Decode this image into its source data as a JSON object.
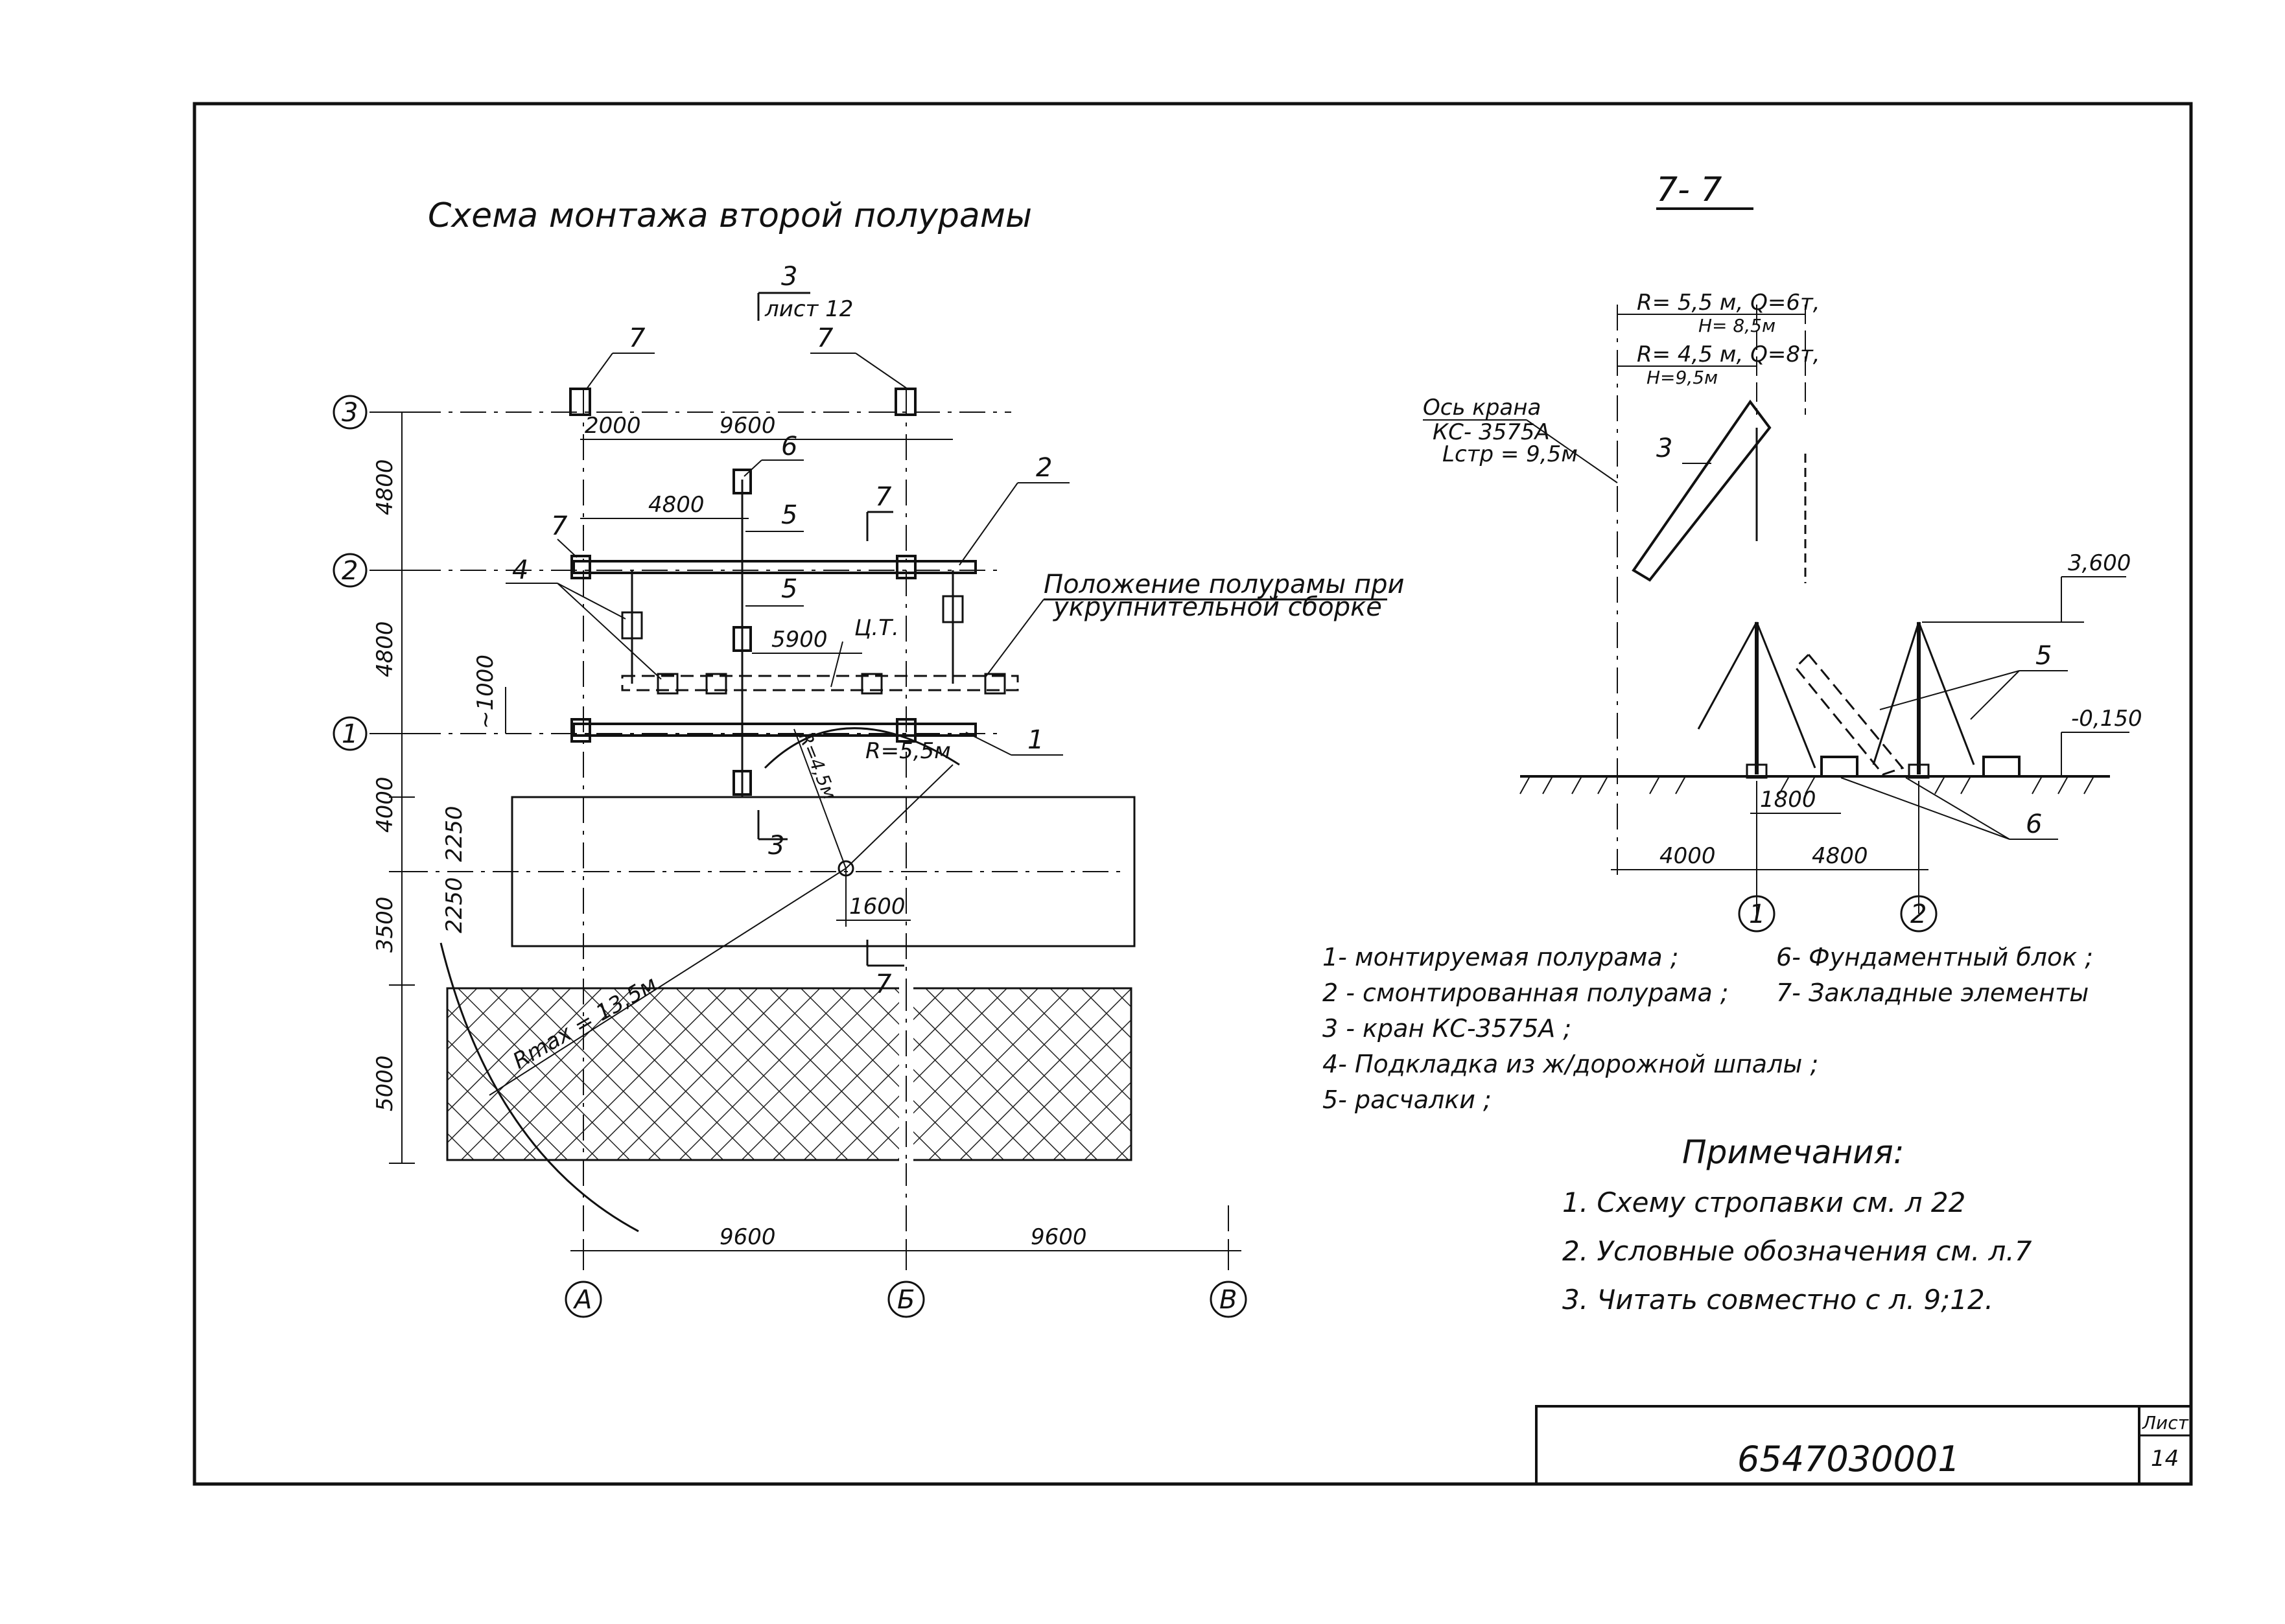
{
  "title": "Схема монтажа второй полурамы",
  "section_title": "7- 7",
  "section_ref": {
    "number": "3",
    "sheet": "лист 12",
    "cut_label": "3"
  },
  "plan": {
    "axes_rows": [
      "3",
      "2",
      "1"
    ],
    "axes_cols": [
      "А",
      "Б",
      "В"
    ],
    "dims_left": [
      "4800",
      "4800",
      "~1000",
      "4000",
      "3500",
      "5000",
      "2250",
      "2250"
    ],
    "dims_top": [
      "2000",
      "9600",
      "4800",
      "5900"
    ],
    "dims_bottom": [
      "9600",
      "9600",
      "1600"
    ],
    "callouts": [
      "7",
      "7",
      "6",
      "5",
      "5",
      "2",
      "1",
      "4",
      "7",
      "7"
    ],
    "radius_labels": [
      "R=5,5м",
      "R=4,5м",
      "Rmax = 13,5м"
    ],
    "cog_label": "Ц.Т.",
    "position_note": [
      "Положение полурамы при",
      "укрупнительной сборке"
    ]
  },
  "section": {
    "crane_params": [
      "R= 5,5 м, Q=6т,",
      "H= 8,5м",
      "R= 4,5 м, Q=8т,",
      "H=9,5м"
    ],
    "crane_axis": [
      "Ось крана",
      "КС- 3575А",
      "Lстр = 9,5м"
    ],
    "levels": [
      "3,600",
      "-0,150"
    ],
    "dims": [
      "1800",
      "4000",
      "4800"
    ],
    "callouts": [
      "3",
      "5",
      "6"
    ],
    "axes": [
      "1",
      "2"
    ]
  },
  "legend": [
    "1- монтируемая полурама ;",
    "2 - смонтированная полурама ;",
    "3 - кран КС-3575А ;",
    "4- Подкладка из ж/дорожной шпалы ;",
    "5- расчалки ;",
    "6- Фундаментный блок ;",
    "7- Закладные элементы"
  ],
  "notes": {
    "heading": "Примечания:",
    "items": [
      "1. Схему стропавки см. л 22",
      "2. Условные обозначения см. л.7",
      "3. Читать совместно с л. 9;12."
    ]
  },
  "stamp": {
    "code": "6547030001",
    "sheet_label": "Лист",
    "sheet_number": "14"
  }
}
